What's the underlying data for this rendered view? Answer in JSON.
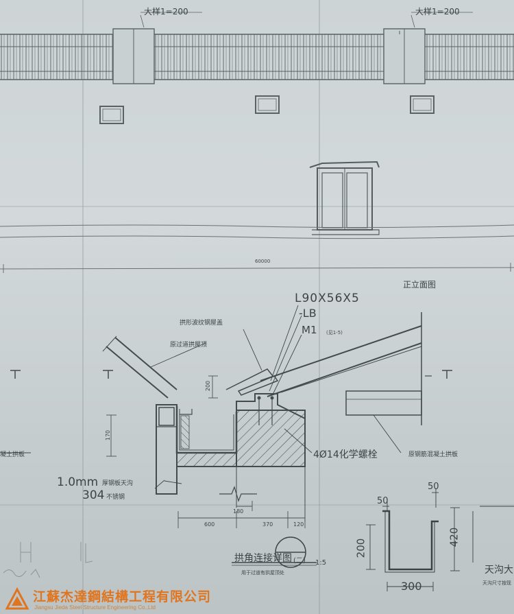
{
  "labels": {
    "top_left": "大样1=200",
    "top_right": "大样1=200",
    "total_dim": "60000",
    "front_elevation": "正立面图",
    "angle_steel": "L90X56X5",
    "lb": "-LB",
    "m1": "M1",
    "m1_note": "(见1-5)",
    "arch_steel_cover": "拱形波纹钢屋盖",
    "passage_arch": "原过道拱屋顶",
    "dim_200a": "200",
    "dim_170": "170",
    "anchor_bolt": "4Ø14化学螺栓",
    "steel_deck": "原钢筋混凝土拱板",
    "left_edge": "凝土拱板",
    "gutter_thickness": "1.0mm",
    "gutter_plate": "厚钢板天沟",
    "s304": "304",
    "stainless": "不锈钢",
    "dim_180": "180",
    "dim_600": "600",
    "dim_370": "370",
    "dim_120": "120",
    "arch_detail_title": "拱角连接详图",
    "arch_detail_number": "(二)",
    "scale": "1:5",
    "title_note": "用于过道有拱屋顶处",
    "dim_50a": "50",
    "dim_50b": "50",
    "dim_200b": "200",
    "dim_420": "420",
    "dim_300": "300",
    "gutter_title": "天沟大",
    "gutter_note": "天沟尺寸按现"
  },
  "watermark": {
    "name": "江蘇杰達鋼結構工程有限公司",
    "name_en": "Jiangsu Jieda Steel Structure Engineering Co.,Ltd"
  },
  "colors": {
    "paper": "#c9d0d1",
    "ink": "#3d4446",
    "watermark": "#e0751f"
  }
}
